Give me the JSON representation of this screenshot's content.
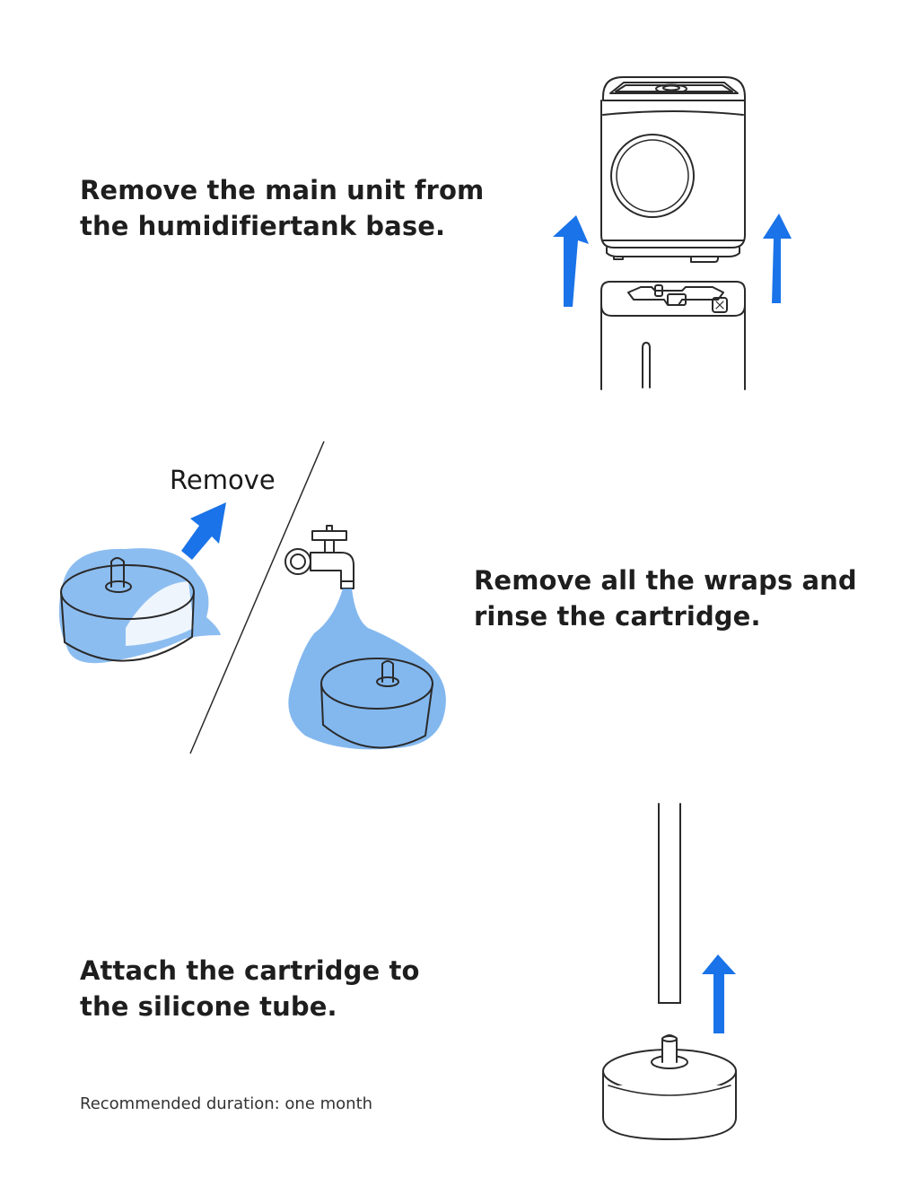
{
  "steps": [
    {
      "line1": "Remove the main unit from",
      "line2": "the humidifiertank base."
    },
    {
      "line1": "Remove all the wraps and",
      "line2": "rinse the cartridge."
    },
    {
      "line1": "Attach the cartridge to",
      "line2": "the silicone tube."
    }
  ],
  "remove_label": "Remove",
  "note": "Recommended duration: one month",
  "colors": {
    "arrow": "#1a73e8",
    "water": "#4f9ae8",
    "line": "#2a2a2a"
  }
}
